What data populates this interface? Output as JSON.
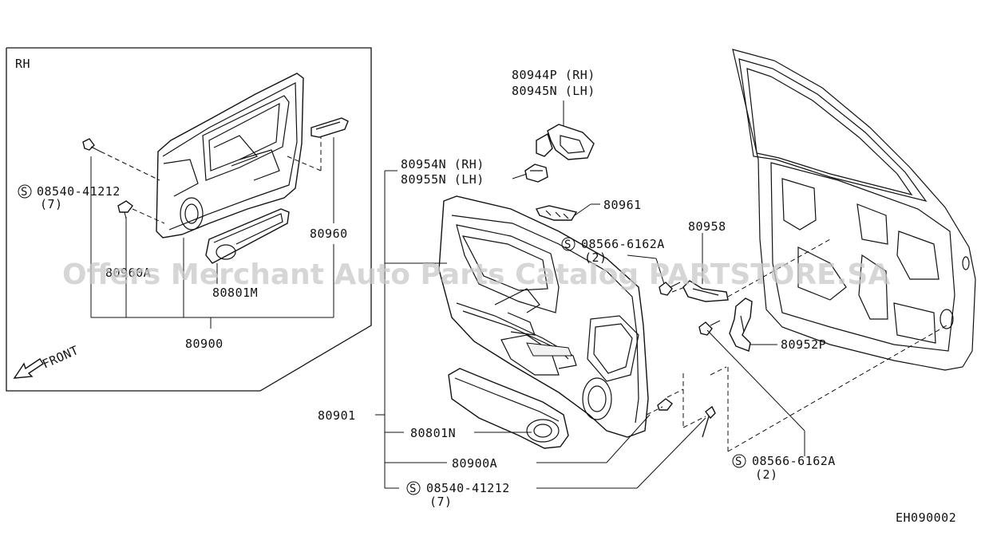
{
  "diagram": {
    "section_label": "RH",
    "front_label": "FRONT",
    "code": "EH090002",
    "watermark": "Offers Merchant Auto Parts Catalog PARTSTORE.SA"
  },
  "callouts_inset": {
    "bolt_part": "08540-41212",
    "bolt_qty": "(7)",
    "clip_part": "80960A",
    "speaker_cover_part": "80801M",
    "finisher_handle_part": "80960",
    "trim_assembly_part": "80900"
  },
  "callouts_main": {
    "pull_handle_rh": "80944P (RH)",
    "pull_handle_lh": "80945N (LH)",
    "escutcheon_rh": "80954N (RH)",
    "escutcheon_lh": "80955N (LH)",
    "switch_finisher": "80961",
    "screw_a_part": "08566-6162A",
    "screw_a_qty": "(2)",
    "bracket_part": "80958",
    "bracket_b_part": "80952P",
    "trim_assembly_part": "80901",
    "speaker_cover_part": "80801N",
    "trim_panel_part": "80900A",
    "bolt_part": "08540-41212",
    "bolt_qty": "(7)",
    "screw_b_part": "08566-6162A",
    "screw_b_qty": "(2)"
  }
}
